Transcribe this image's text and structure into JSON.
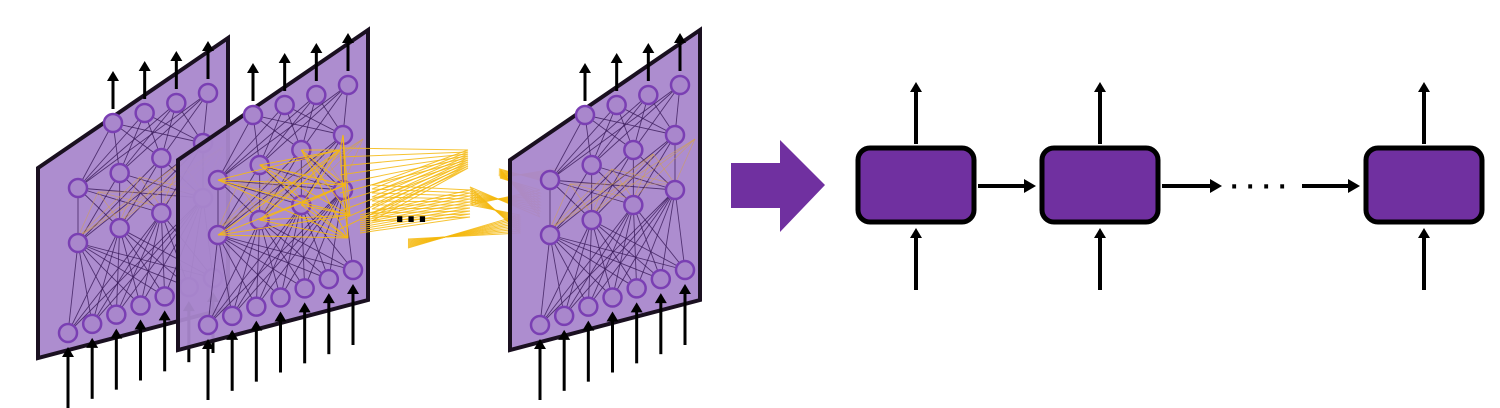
{
  "diagram": {
    "left_group": {
      "description_free": true,
      "layers": [
        {
          "id": "layer-1"
        },
        {
          "id": "layer-2"
        },
        {
          "id": "layer-n"
        }
      ],
      "ellipsis_text": "..."
    },
    "transition_arrow": {
      "glyph": "arrow-right"
    },
    "right_group": {
      "cells": [
        {
          "id": "cell-1"
        },
        {
          "id": "cell-2"
        },
        {
          "id": "cell-n"
        }
      ],
      "dots_text": "· · · ·"
    }
  },
  "colors": {
    "panel_fill": "#a987cc",
    "panel_stroke": "#1a1020",
    "neuron_stroke": "#7a3fb3",
    "neuron_fill": "#a987cc",
    "edge_dark": "#3a1a5a",
    "edge_orange": "#d4a24a",
    "recurrent_yellow": "#f5b90f",
    "big_arrow_fill": "#7030a0",
    "cell_fill": "#7030a0",
    "cell_stroke": "#000000",
    "arrow_black": "#000000"
  }
}
